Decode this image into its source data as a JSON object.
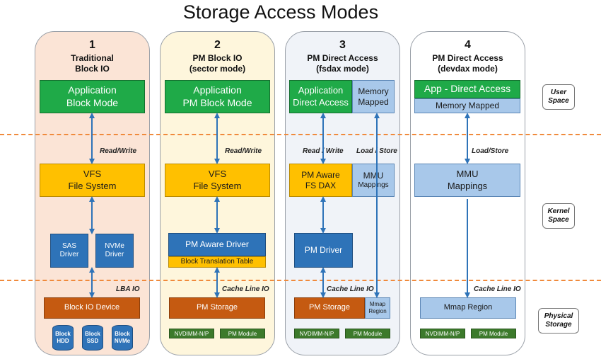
{
  "title": "Storage Access Modes",
  "columns": [
    {
      "num": "1",
      "line1": "Traditional",
      "line2": "Block IO"
    },
    {
      "num": "2",
      "line1": "PM Block IO",
      "line2": "(sector mode)"
    },
    {
      "num": "3",
      "line1": "PM Direct Access",
      "line2": "(fsdax mode)"
    },
    {
      "num": "4",
      "line1": "PM Direct Access",
      "line2": "(devdax mode)"
    }
  ],
  "boxes": {
    "c1_app": [
      "Application",
      "Block Mode"
    ],
    "c1_vfs": [
      "VFS",
      "File System"
    ],
    "c1_sas": [
      "SAS",
      "Driver"
    ],
    "c1_nvme": [
      "NVMe",
      "Driver"
    ],
    "c1_dev": "Block IO Device",
    "c1_cyl": [
      [
        "Block",
        "HDD"
      ],
      [
        "Block",
        "SSD"
      ],
      [
        "Block",
        "NVMe"
      ]
    ],
    "c2_app": [
      "Application",
      "PM Block Mode"
    ],
    "c2_vfs": [
      "VFS",
      "File System"
    ],
    "c2_drv": "PM Aware Driver",
    "c2_btt": "Block Translation Table",
    "c2_stor": "PM Storage",
    "c3_app": [
      "Application",
      "Direct Access"
    ],
    "c3_mem": [
      "Memory",
      "Mapped"
    ],
    "c3_fs": [
      "PM Aware",
      "FS DAX"
    ],
    "c3_mmu": [
      "MMU",
      "Mappings"
    ],
    "c3_drv": "PM Driver",
    "c3_stor": "PM Storage",
    "c3_mreg": [
      "Mmap",
      "Region"
    ],
    "c4_app": "App - Direct Access",
    "c4_mem": "Memory Mapped",
    "c4_mmu": [
      "MMU",
      "Mappings"
    ],
    "c4_mreg": "Mmap Region"
  },
  "chips": {
    "nvdimm": "NVDIMM-N/P",
    "module": "PM Module"
  },
  "edge_labels": {
    "read_write": "Read/Write",
    "read_write_spaced": "Read / Write",
    "load_store_spaced": "Load / Store",
    "load_store": "Load/Store",
    "lba_io": "LBA IO",
    "cache_line_io": "Cache Line IO"
  },
  "layers": [
    [
      "User",
      "Space"
    ],
    [
      "Kernel",
      "Space"
    ],
    [
      "Physical",
      "Storage"
    ]
  ],
  "colors": {
    "app_green": "#1faa48",
    "memory_blue": "#a8c8ea",
    "fs_yellow": "#ffc000",
    "driver_blue": "#2e73b8",
    "storage_orange": "#c55a11",
    "chip_green": "#3c7a2b",
    "divider_orange": "#f08a3c",
    "col1_bg": "#fbe4d6",
    "col2_bg": "#fef6dc",
    "col3_bg": "#f0f3f8",
    "col4_bg": "#ffffff"
  }
}
